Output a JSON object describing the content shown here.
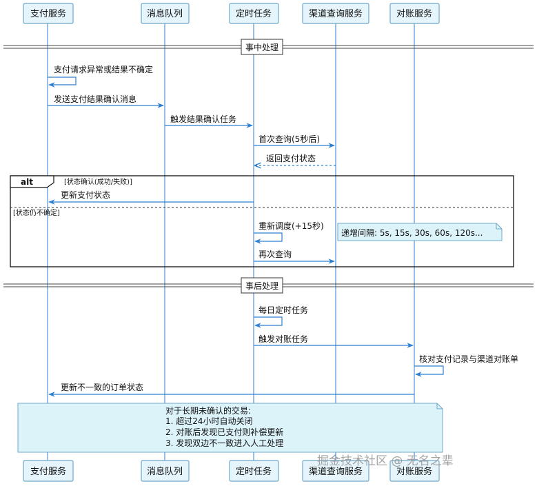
{
  "participants": [
    "支付服务",
    "消息队列",
    "定时任务",
    "渠道查询服务",
    "对账服务"
  ],
  "sections": {
    "in_process": "事中处理",
    "after_process": "事后处理"
  },
  "messages": {
    "pay_self": "支付请求异常或结果不确定",
    "send_confirm": "发送支付结果确认消息",
    "trigger_confirm": "触发结果确认任务",
    "first_query": "首次查询(5秒后)",
    "return_status": "返回支付状态",
    "update_status": "更新支付状态",
    "reschedule": "重新调度(+15秒)",
    "query_again": "再次查询",
    "daily_timer": "每日定时任务",
    "trigger_recon": "触发对账任务",
    "check_records": "核对支付记录与渠道对账单",
    "update_orders": "更新不一致的订单状态"
  },
  "alt": {
    "keyword": "alt",
    "guard1": "[状态确认(成功/失败)]",
    "guard2": "[状态仍不确定]"
  },
  "notes": {
    "interval": "递增间隔: 5s, 15s, 30s, 60s, 120s...",
    "long_term": [
      "对于长期未确认的交易:",
      "1. 超过24小时自动关闭",
      "2. 对账后发现已支付则补偿更新",
      "3. 发现双边不一致进入人工处理"
    ]
  },
  "watermark": "掘金技术社区 @ 无名之辈",
  "colors": {
    "participant_fill": "#e6f5fb",
    "participant_stroke": "#6fa8c8",
    "arrow": "#2d7fd1",
    "note_fill": "#ddf3fa"
  }
}
